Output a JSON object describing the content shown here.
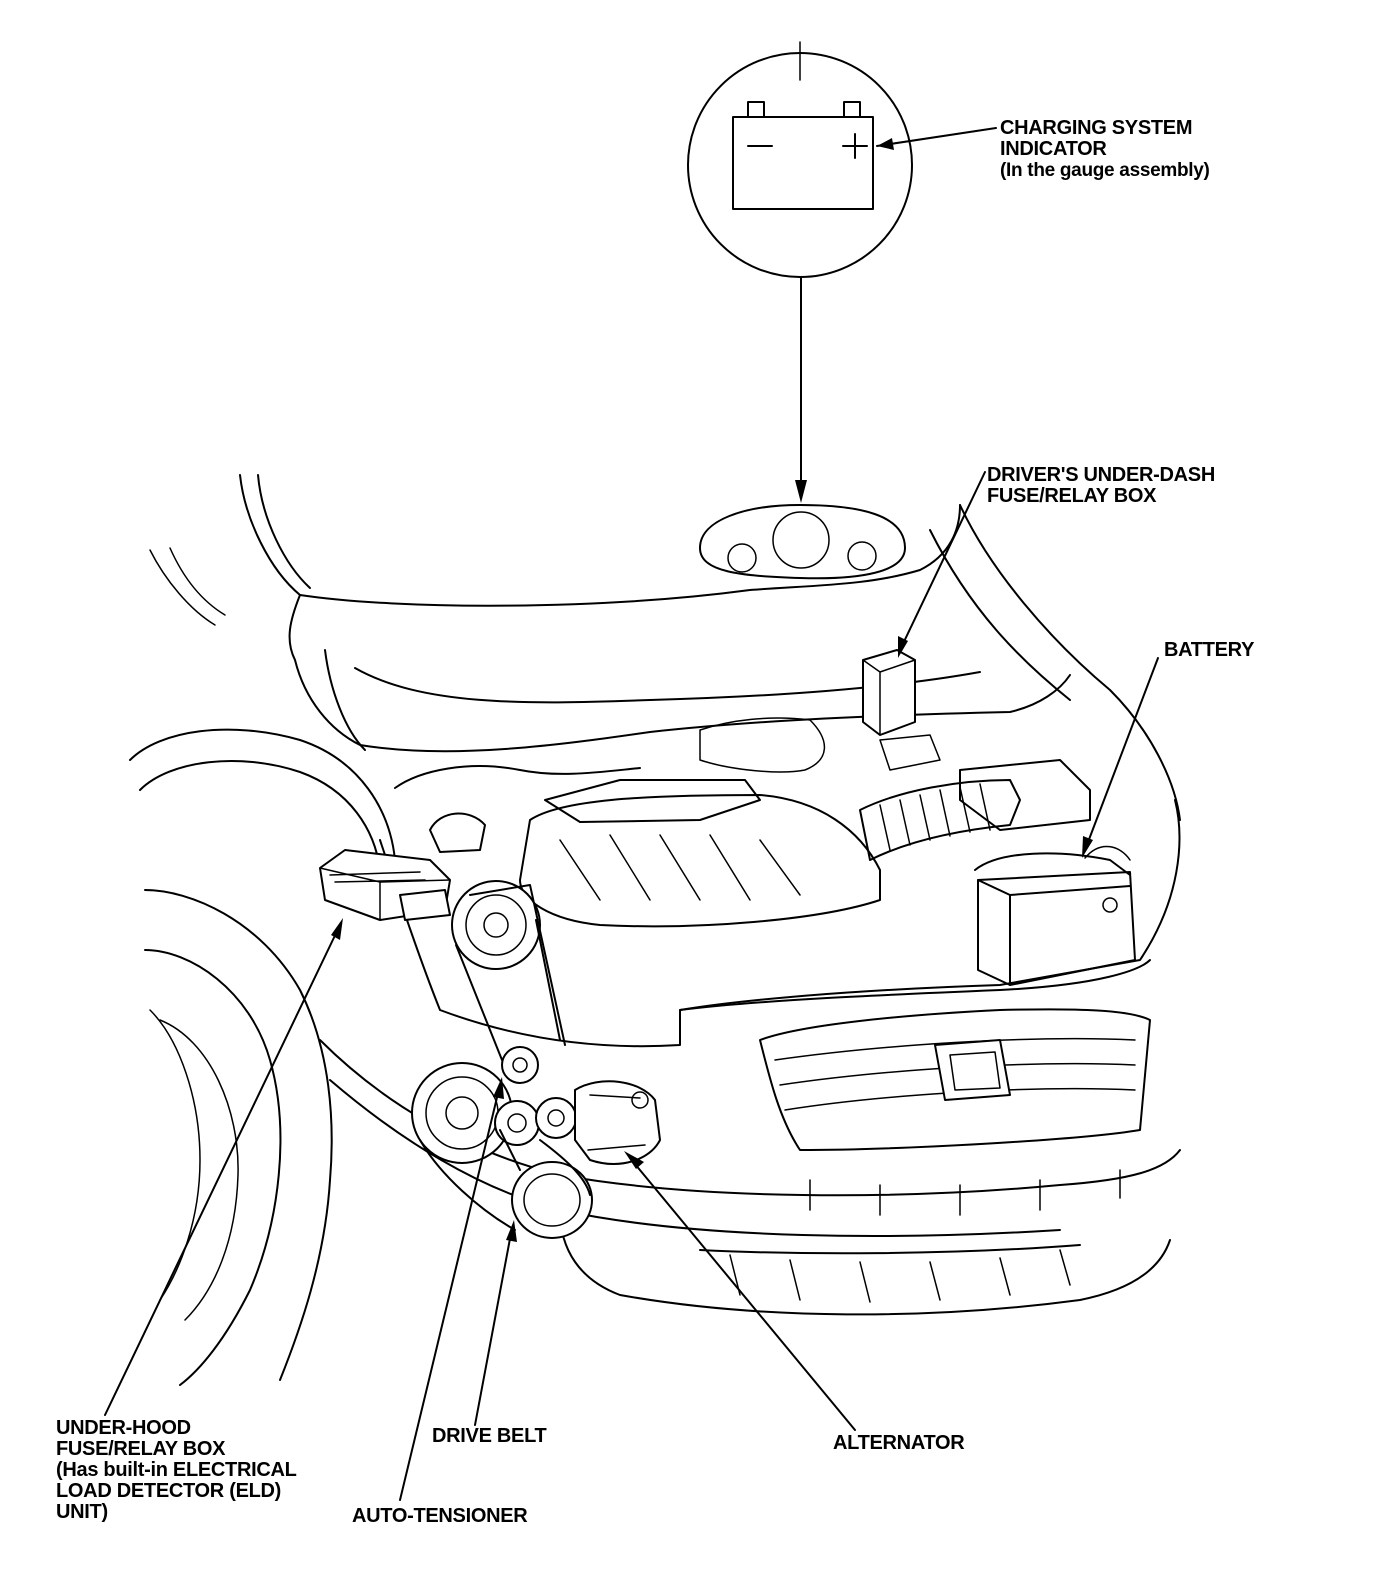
{
  "labels": {
    "charging_indicator": [
      "CHARGING SYSTEM",
      "INDICATOR",
      "(In the gauge assembly)"
    ],
    "under_dash_box": [
      "DRIVER'S UNDER-DASH",
      "FUSE/RELAY BOX"
    ],
    "battery": [
      "BATTERY"
    ],
    "under_hood_box": [
      "UNDER-HOOD",
      "FUSE/RELAY BOX",
      "(Has built-in ELECTRICAL",
      "LOAD DETECTOR (ELD)",
      "UNIT)"
    ],
    "drive_belt": [
      "DRIVE BELT"
    ],
    "alternator": [
      "ALTERNATOR"
    ],
    "auto_tensioner": [
      "AUTO-TENSIONER"
    ]
  },
  "indicator_symbols": {
    "minus": "−",
    "plus": "+"
  }
}
